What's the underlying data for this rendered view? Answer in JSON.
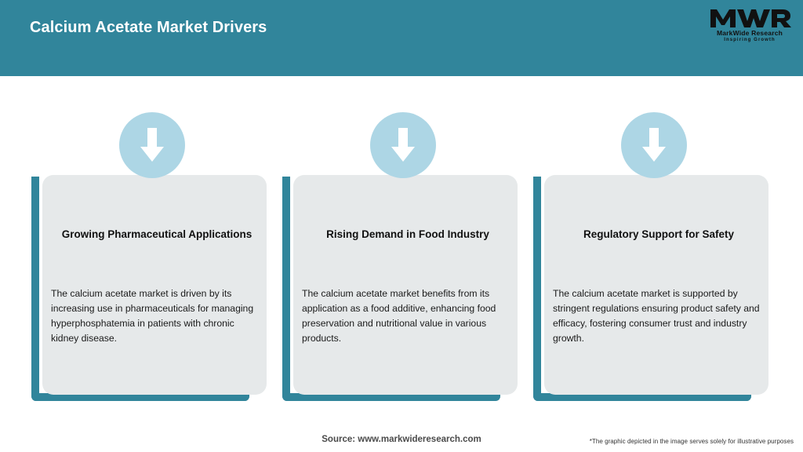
{
  "header": {
    "title": "Calcium Acetate Market Drivers",
    "background_color": "#31859B",
    "title_color": "#FFFFFF"
  },
  "logo": {
    "mark": "MWR",
    "name": "MarkWide Research",
    "tagline": "Inspiring Growth"
  },
  "cards": [
    {
      "icon": "down-arrow-icon",
      "title": "Growing Pharmaceutical Applications",
      "text": "The calcium acetate market is driven by its increasing use in pharmaceuticals for managing hyperphosphatemia in patients with chronic kidney disease."
    },
    {
      "icon": "down-arrow-icon",
      "title": "Rising Demand in Food Industry",
      "text": "The calcium acetate market benefits from its application as a food additive, enhancing food preservation and nutritional value in various products."
    },
    {
      "icon": "down-arrow-icon",
      "title": "Regulatory Support for Safety",
      "text": "The calcium acetate market is supported by stringent regulations ensuring product safety and efficacy, fostering consumer trust and industry growth."
    }
  ],
  "footer": {
    "source": "Source: www.markwideresearch.com",
    "disclaimer": "*The graphic depicted in the image serves solely for illustrative purposes"
  },
  "colors": {
    "teal": "#31859B",
    "card_grey": "#E6E9EA",
    "icon_blue": "#ADD6E5",
    "arrow_white": "#FFFFFF"
  }
}
